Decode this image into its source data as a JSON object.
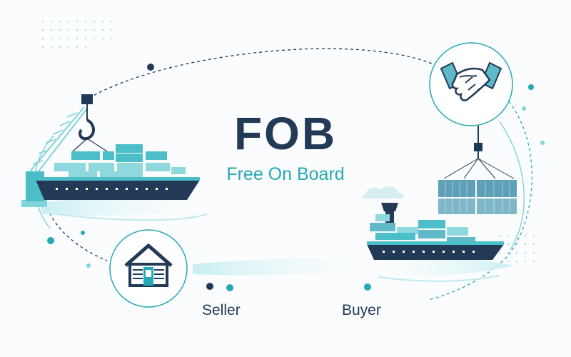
{
  "title": "FOB",
  "subtitle": "Free On Board",
  "labels": {
    "seller": "Seller",
    "buyer": "Buyer"
  },
  "icons": {
    "warehouse": "warehouse-icon",
    "handshake": "handshake-icon",
    "crane": "crane-icon",
    "ship": "cargo-ship-icon"
  },
  "colors": {
    "navy": "#233a57",
    "teal": "#25a9b4",
    "light_teal": "#7fd3d9",
    "container": "#5f9fb7"
  }
}
